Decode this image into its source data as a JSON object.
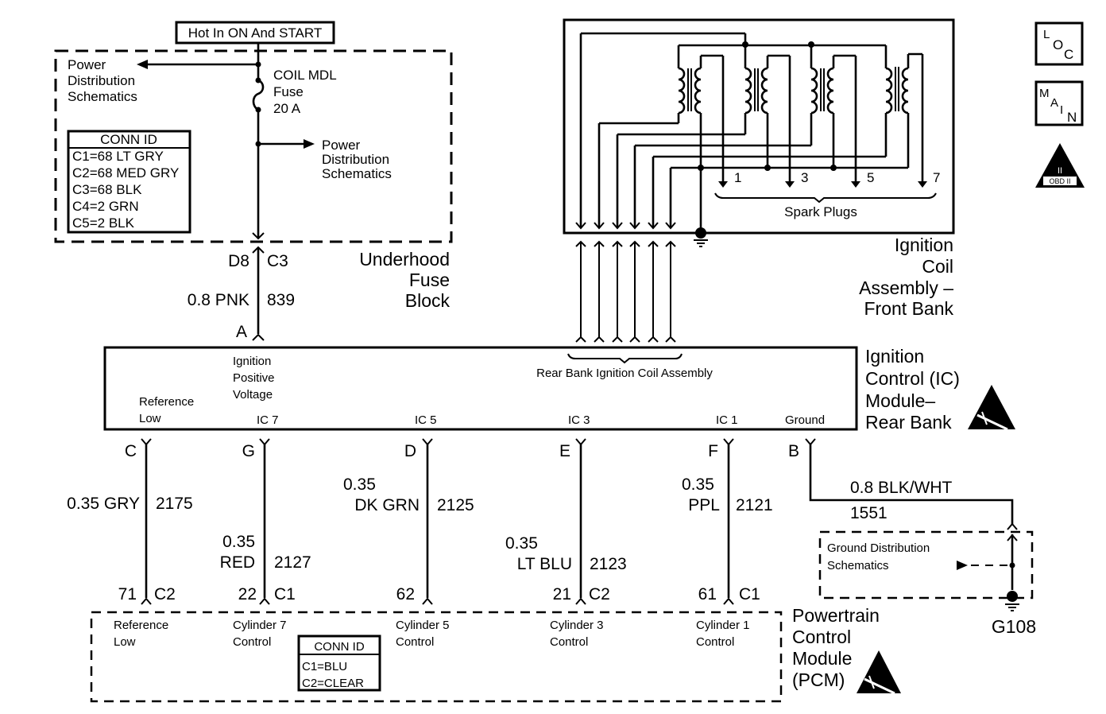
{
  "header": {
    "hot_label": "Hot In ON And START"
  },
  "fuse_block": {
    "power_dist_left": [
      "Power",
      "Distribution",
      "Schematics"
    ],
    "fuse_label": [
      "COIL MDL",
      "Fuse",
      "20 A"
    ],
    "power_dist_right": [
      "Power",
      "Distribution",
      "Schematics"
    ],
    "conn_id_title": "CONN ID",
    "conn_id_rows": [
      "C1=68 LT GRY",
      "C2=68 MED GRY",
      "C3=68 BLK",
      "C4=2 GRN",
      "C5=2 BLK"
    ],
    "name": [
      "Underhood",
      "Fuse",
      "Block"
    ],
    "pin_top": "D8",
    "conn_top": "C3",
    "wire_color": "0.8 PNK",
    "wire_circuit": "839",
    "pin_bottom": "A"
  },
  "coil_front": {
    "name": [
      "Ignition",
      "Coil",
      "Assembly –",
      "Front Bank"
    ],
    "spark_plug_numbers": [
      "1",
      "3",
      "5",
      "7"
    ],
    "spark_plugs_label": "Spark Plugs"
  },
  "ic_module": {
    "name": [
      "Ignition",
      "Control (IC)",
      "Module–",
      "Rear Bank"
    ],
    "ignition_voltage_label": [
      "Ignition",
      "Positive",
      "Voltage"
    ],
    "rear_bank_label": "Rear Bank Ignition Coil  Assembly",
    "ref_low_label": [
      "Reference",
      "Low"
    ],
    "terminals": [
      "IC 7",
      "IC 5",
      "IC 3",
      "IC 1",
      "Ground"
    ]
  },
  "wires": [
    {
      "ic_pin": "C",
      "gauge": "0.35 GRY",
      "circuit": "2175",
      "pcm_pin": "71",
      "pcm_conn": "C2"
    },
    {
      "ic_pin": "G",
      "gauge": "0.35",
      "color": "RED",
      "circuit": "2127",
      "pcm_pin": "22",
      "pcm_conn": "C1"
    },
    {
      "ic_pin": "D",
      "gauge": "0.35",
      "color": "DK GRN",
      "circuit": "2125",
      "pcm_pin": "62",
      "pcm_conn": ""
    },
    {
      "ic_pin": "E",
      "gauge": "0.35",
      "color": "LT BLU",
      "circuit": "2123",
      "pcm_pin": "21",
      "pcm_conn": "C2"
    },
    {
      "ic_pin": "F",
      "gauge": "0.35",
      "color": "PPL",
      "circuit": "2121",
      "pcm_pin": "61",
      "pcm_conn": "C1"
    },
    {
      "ic_pin": "B",
      "gauge": "0.8 BLK/WHT",
      "circuit": "1551"
    }
  ],
  "ground": {
    "dist_label": [
      "Ground Distribution",
      "Schematics"
    ],
    "ground_id": "G108"
  },
  "pcm": {
    "name": [
      "Powertrain",
      "Control",
      "Module",
      "(PCM)"
    ],
    "inputs": [
      [
        "Reference",
        "Low"
      ],
      [
        "Cylinder 7",
        "Control"
      ],
      [
        "Cylinder 5",
        "Control"
      ],
      [
        "Cylinder 3",
        "Control"
      ],
      [
        "Cylinder 1",
        "Control"
      ]
    ],
    "conn_id_title": "CONN ID",
    "conn_id_rows": [
      "C1=BLU",
      "C2=CLEAR"
    ]
  },
  "side_icons": {
    "loc": [
      "L",
      "O",
      "C"
    ],
    "main": [
      "M",
      "A",
      "I",
      "N"
    ],
    "obd": [
      "II",
      "OBD II"
    ]
  }
}
